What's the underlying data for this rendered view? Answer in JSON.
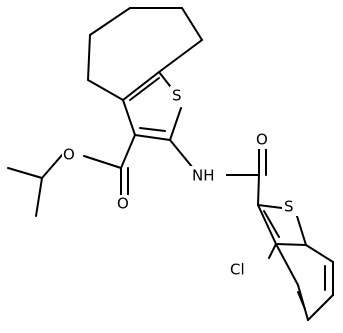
{
  "molecule": {
    "atom_labels": {
      "thiophene_s": "S",
      "ester_o_single": "O",
      "ester_o_double": "O",
      "amide_nh": "NH",
      "amide_o": "O",
      "benzothiophene_s": "S",
      "chloro": "Cl"
    }
  }
}
